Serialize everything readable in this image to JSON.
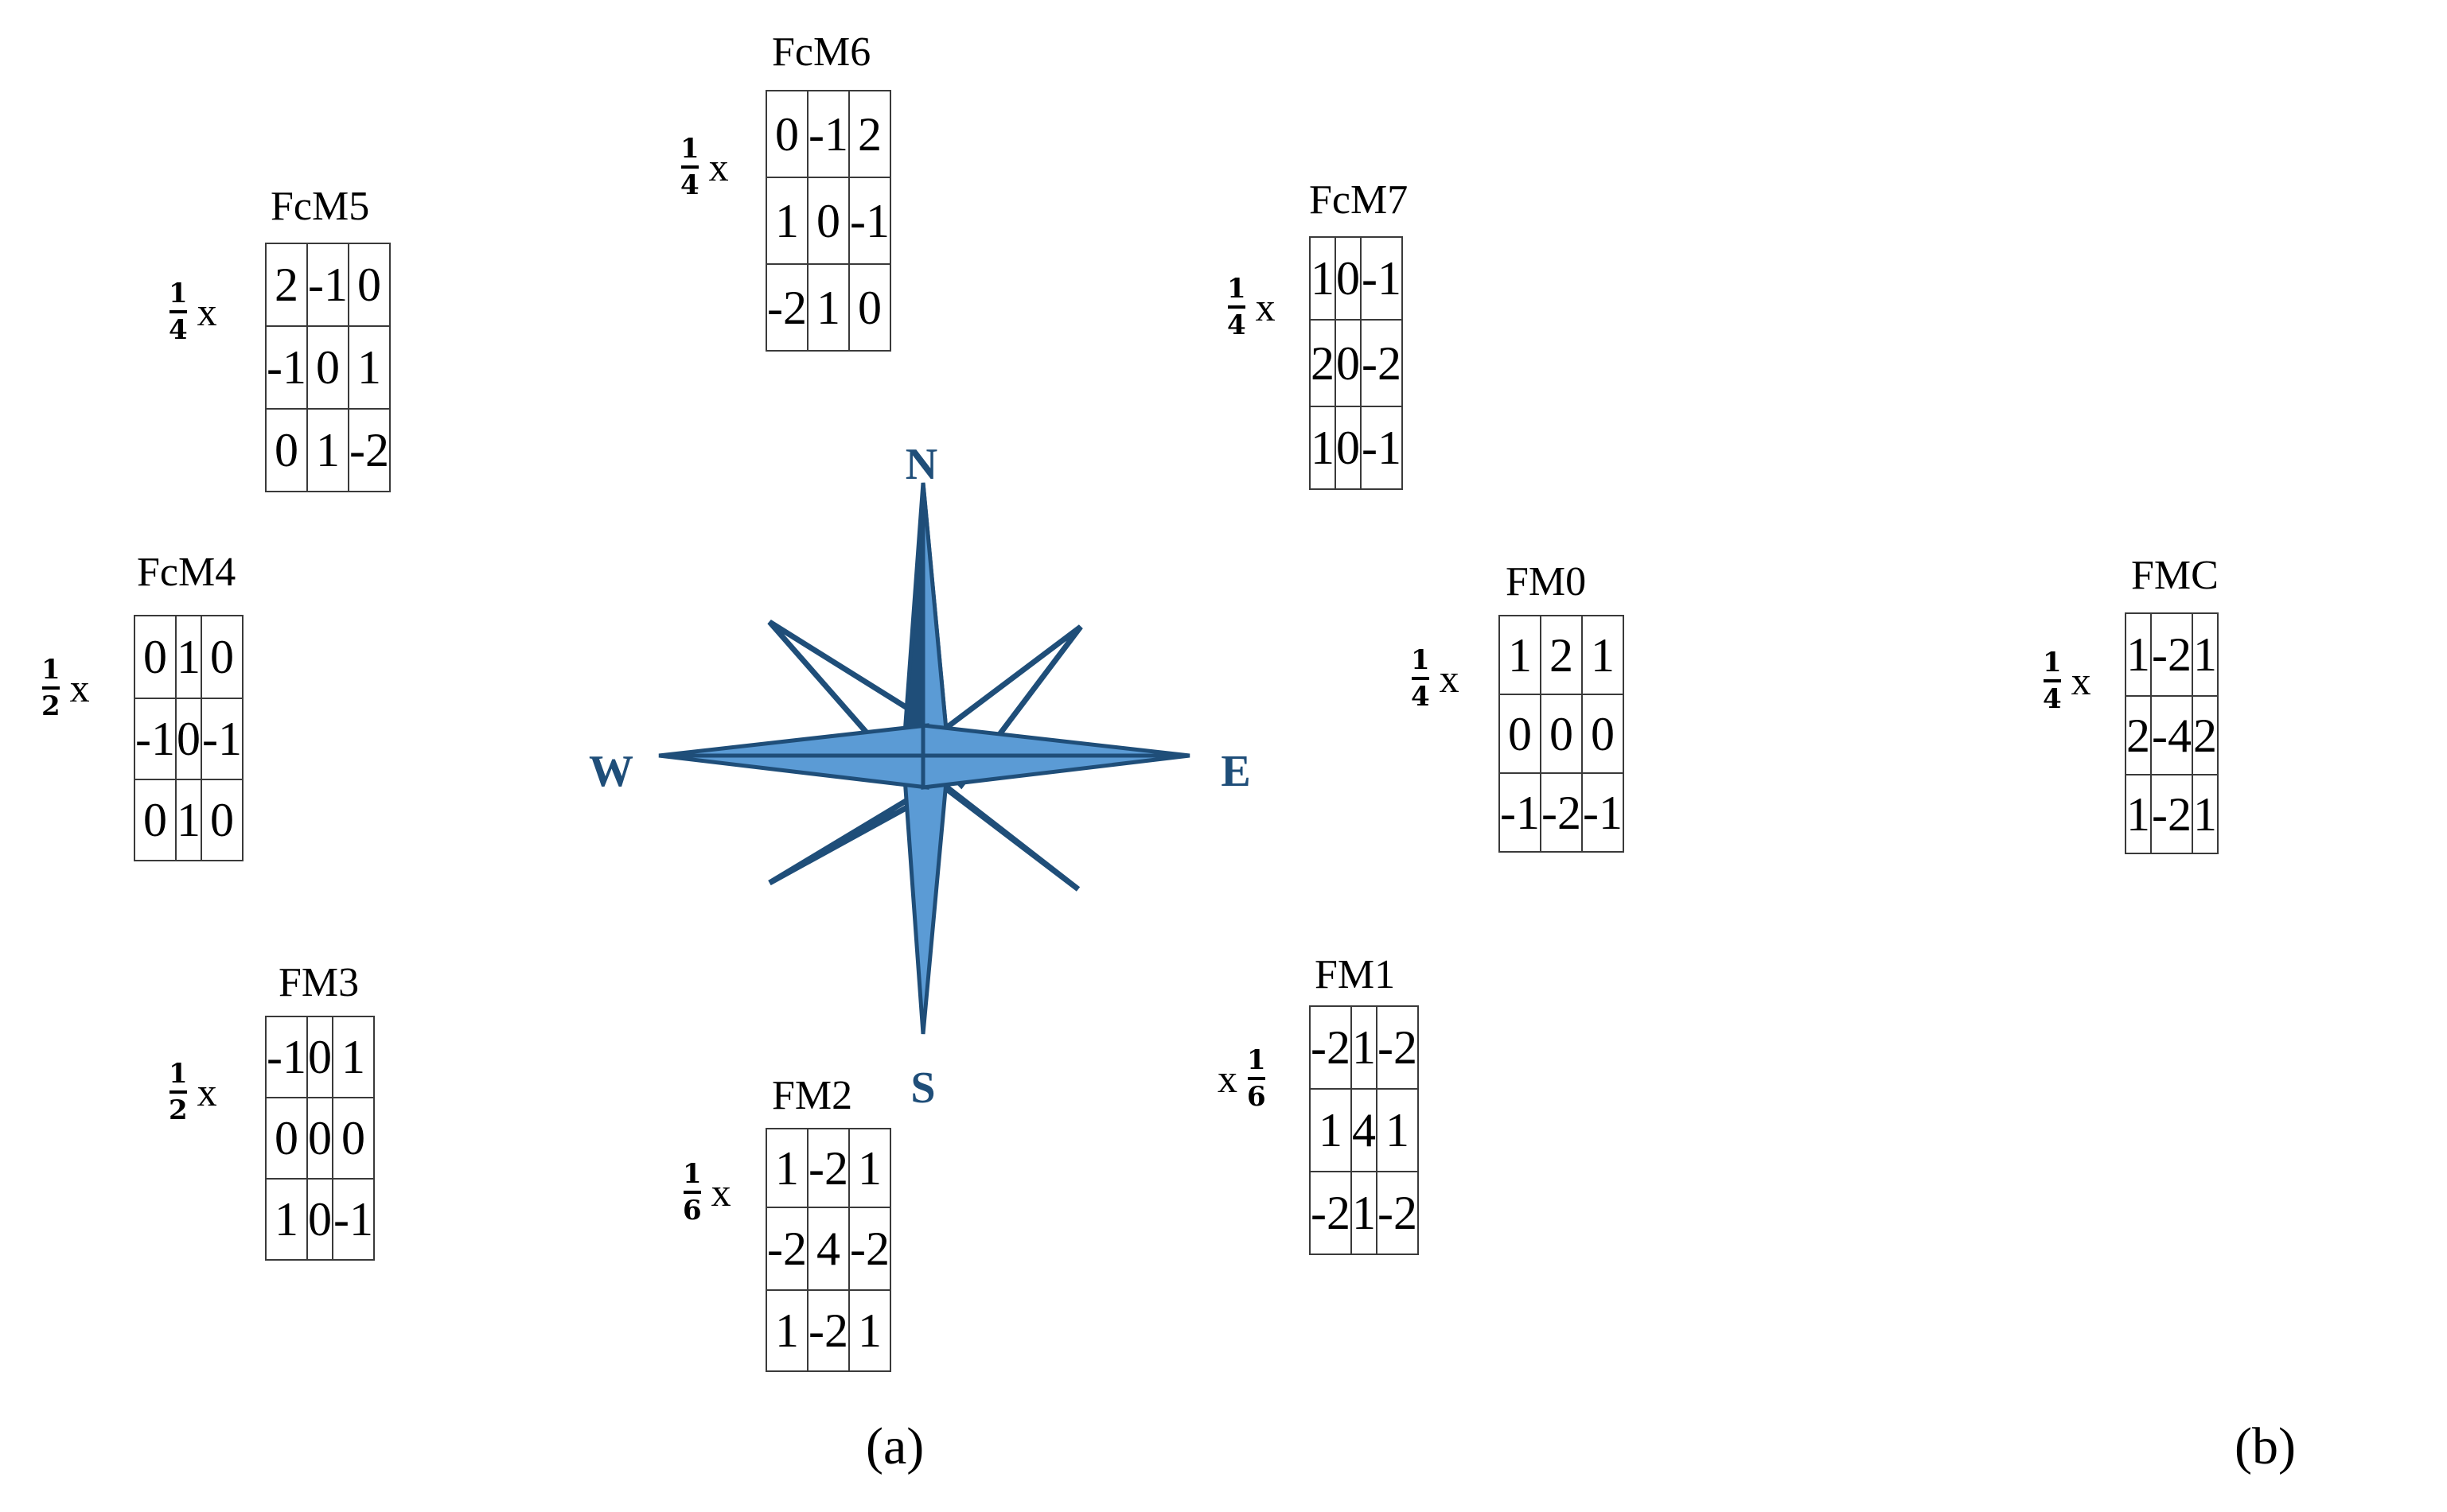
{
  "masks": [
    {
      "id": "fcm6",
      "title": "FcM6",
      "coef_num": "1",
      "coef_den": "4",
      "coef_side": "left",
      "rows": [
        [
          "0",
          "-1",
          "2"
        ],
        [
          "1",
          "0",
          "-1"
        ],
        [
          "-2",
          "1",
          "0"
        ]
      ]
    },
    {
      "id": "fcm5",
      "title": "FcM5",
      "coef_num": "1",
      "coef_den": "4",
      "coef_side": "left",
      "rows": [
        [
          "2",
          "-1",
          "0"
        ],
        [
          "-1",
          "0",
          "1"
        ],
        [
          "0",
          "1",
          "-2"
        ]
      ]
    },
    {
      "id": "fcm7",
      "title": "FcM7",
      "coef_num": "1",
      "coef_den": "4",
      "coef_side": "left",
      "rows": [
        [
          "1",
          "0",
          "-1"
        ],
        [
          "2",
          "0",
          "-2"
        ],
        [
          "1",
          "0",
          "-1"
        ]
      ]
    },
    {
      "id": "fcm4",
      "title": "FcM4",
      "coef_num": "1",
      "coef_den": "2",
      "coef_side": "left",
      "rows": [
        [
          "0",
          "1",
          "0"
        ],
        [
          "-1",
          "0",
          "-1"
        ],
        [
          "0",
          "1",
          "0"
        ]
      ]
    },
    {
      "id": "fm0",
      "title": "FM0",
      "coef_num": "1",
      "coef_den": "4",
      "coef_side": "left",
      "rows": [
        [
          "1",
          "2",
          "1"
        ],
        [
          "0",
          "0",
          "0"
        ],
        [
          "-1",
          "-2",
          "-1"
        ]
      ]
    },
    {
      "id": "fmc",
      "title": "FMC",
      "coef_num": "1",
      "coef_den": "4",
      "coef_side": "left",
      "rows": [
        [
          "1",
          "-2",
          "1"
        ],
        [
          "2",
          "-4",
          "2"
        ],
        [
          "1",
          "-2",
          "1"
        ]
      ]
    },
    {
      "id": "fm3",
      "title": "FM3",
      "coef_num": "1",
      "coef_den": "2",
      "coef_side": "left",
      "rows": [
        [
          "-1",
          "0",
          "1"
        ],
        [
          "0",
          "0",
          "0"
        ],
        [
          "1",
          "0",
          "-1"
        ]
      ]
    },
    {
      "id": "fm2",
      "title": "FM2",
      "coef_num": "1",
      "coef_den": "6",
      "coef_side": "left",
      "rows": [
        [
          "1",
          "-2",
          "1"
        ],
        [
          "-2",
          "4",
          "-2"
        ],
        [
          "1",
          "-2",
          "1"
        ]
      ]
    },
    {
      "id": "fm1",
      "title": "FM1",
      "coef_num": "1",
      "coef_den": "6",
      "coef_side": "right",
      "rows": [
        [
          "-2",
          "1",
          "-2"
        ],
        [
          "1",
          "4",
          "1"
        ],
        [
          "-2",
          "1",
          "-2"
        ]
      ]
    }
  ],
  "coef_x": "x",
  "compass": {
    "n": "N",
    "s": "S",
    "e": "E",
    "w": "W",
    "color_dark": "#1f4e79",
    "color_fill": "#5b9bd5"
  },
  "captions": {
    "a": "(a)",
    "b": "(b)"
  }
}
